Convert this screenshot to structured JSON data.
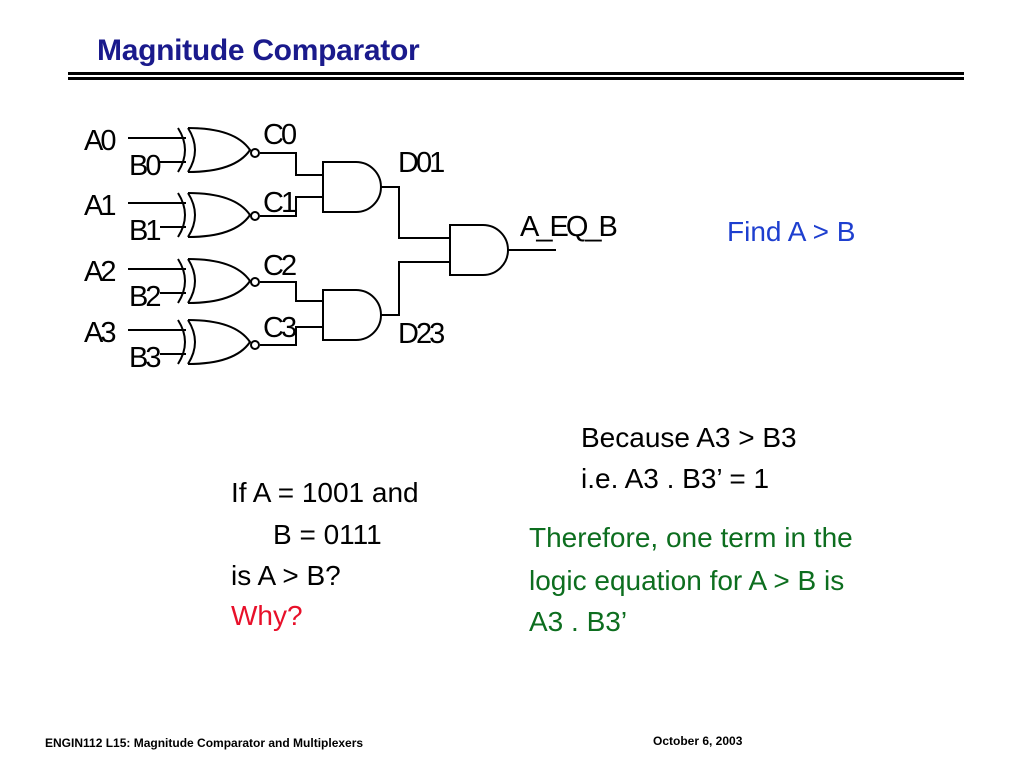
{
  "slide": {
    "title": "Magnitude Comparator",
    "find_text": "Find A > B",
    "question_lines": [
      "If A = 1001 and",
      "B = 0111",
      "is A > B?"
    ],
    "why": "Why?",
    "because_lines": [
      "Because A3 > B3",
      "i.e. A3 . B3’ = 1"
    ],
    "therefore_lines": [
      "Therefore, one term in the",
      "logic equation for A > B is",
      "A3 . B3’"
    ],
    "colors": {
      "title": "#1a1a8c",
      "find": "#1e3fcf",
      "why": "#e8102a",
      "therefore": "#0d6e1f"
    }
  },
  "circuit": {
    "inputs": [
      {
        "a": "A0",
        "b": "B0",
        "out": "C0"
      },
      {
        "a": "A1",
        "b": "B1",
        "out": "C1"
      },
      {
        "a": "A2",
        "b": "B2",
        "out": "C2"
      },
      {
        "a": "A3",
        "b": "B3",
        "out": "C3"
      }
    ],
    "and_outputs": [
      "D01",
      "D23"
    ],
    "final_output": "A_EQ_B",
    "gate_types": [
      "xnor",
      "xnor",
      "xnor",
      "xnor",
      "and",
      "and",
      "and"
    ]
  },
  "footer": {
    "left": "ENGIN112  L15: Magnitude Comparator and Multiplexers",
    "right": "October 6, 2003"
  }
}
